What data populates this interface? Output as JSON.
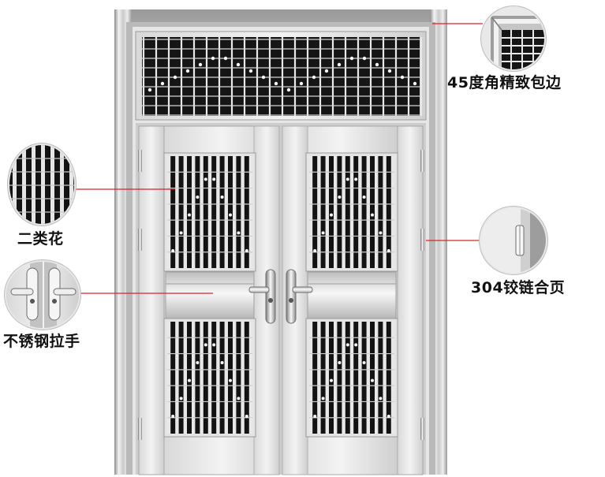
{
  "labels": {
    "corner": "45度角精致包边",
    "pattern": "二类花",
    "hinge": "304铰链合页",
    "handle": "不锈钢拉手"
  },
  "colors": {
    "leader_line": "#d9232d",
    "steel_light": "#f2f2f2",
    "steel_mid": "#c8c8c8",
    "steel_dark": "#8a8a8a",
    "grille_bg": "#111111"
  }
}
